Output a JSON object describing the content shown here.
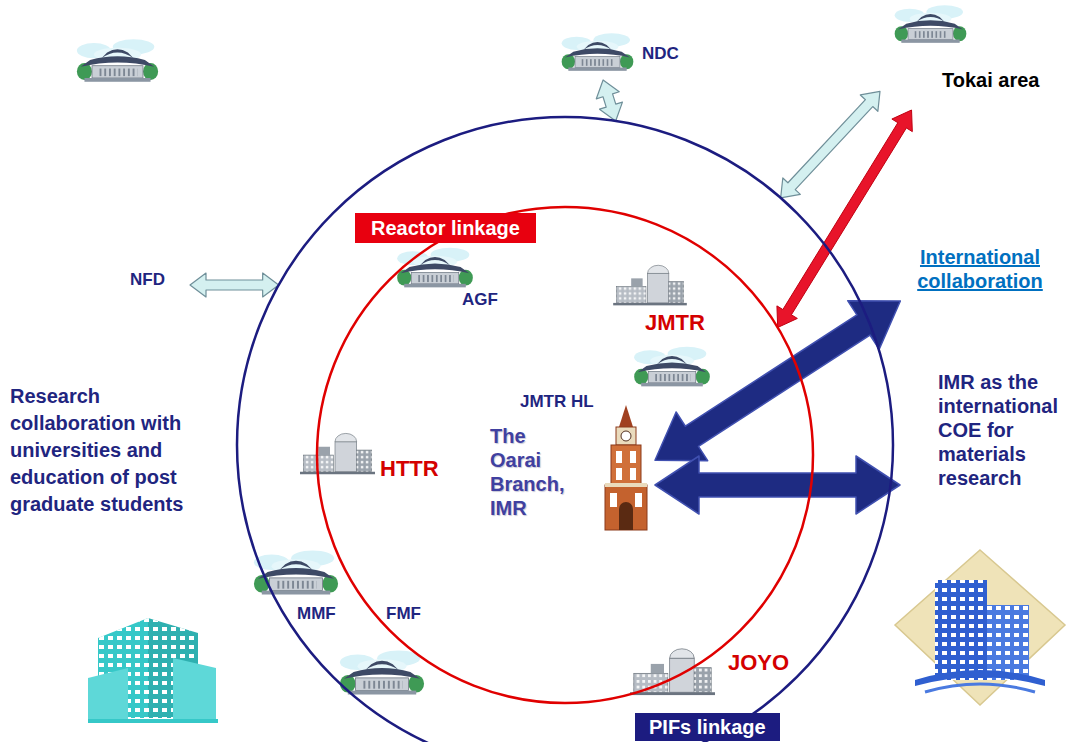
{
  "diagram": {
    "nodes": [
      {
        "text": [
          "PIFs linkage"
        ]
      },
      {
        "text": [
          "Reactor linkage"
        ],
        "in": 0
      },
      {
        "text": [
          "The Oarai Branch, IMR"
        ],
        "in": 1
      },
      {
        "text": [
          "Tokai area"
        ]
      },
      {
        "text": [
          "NDC"
        ]
      },
      {
        "text": [
          "NFD"
        ]
      },
      {
        "text": [
          "International collaboration"
        ]
      },
      {
        "text": [
          "IMR as the international COE for materials research"
        ]
      }
    ],
    "edges": [
      {
        "from": 3,
        "to": 0,
        "arrow": "both"
      },
      {
        "from": 3,
        "to": 1,
        "arrow": "both"
      },
      {
        "from": 4,
        "to": 0,
        "arrow": "both"
      },
      {
        "from": 5,
        "to": 0,
        "arrow": "both"
      },
      {
        "from": 2,
        "to": 6,
        "arrow": "both"
      },
      {
        "from": 2,
        "to": 7,
        "arrow": "both"
      }
    ],
    "labels": [
      "AGF",
      "JMTR",
      "JMTR HL",
      "HTTR",
      "MMF",
      "FMF",
      "JOYO",
      "Research collaboration with universities and education of post graduate students"
    ]
  }
}
